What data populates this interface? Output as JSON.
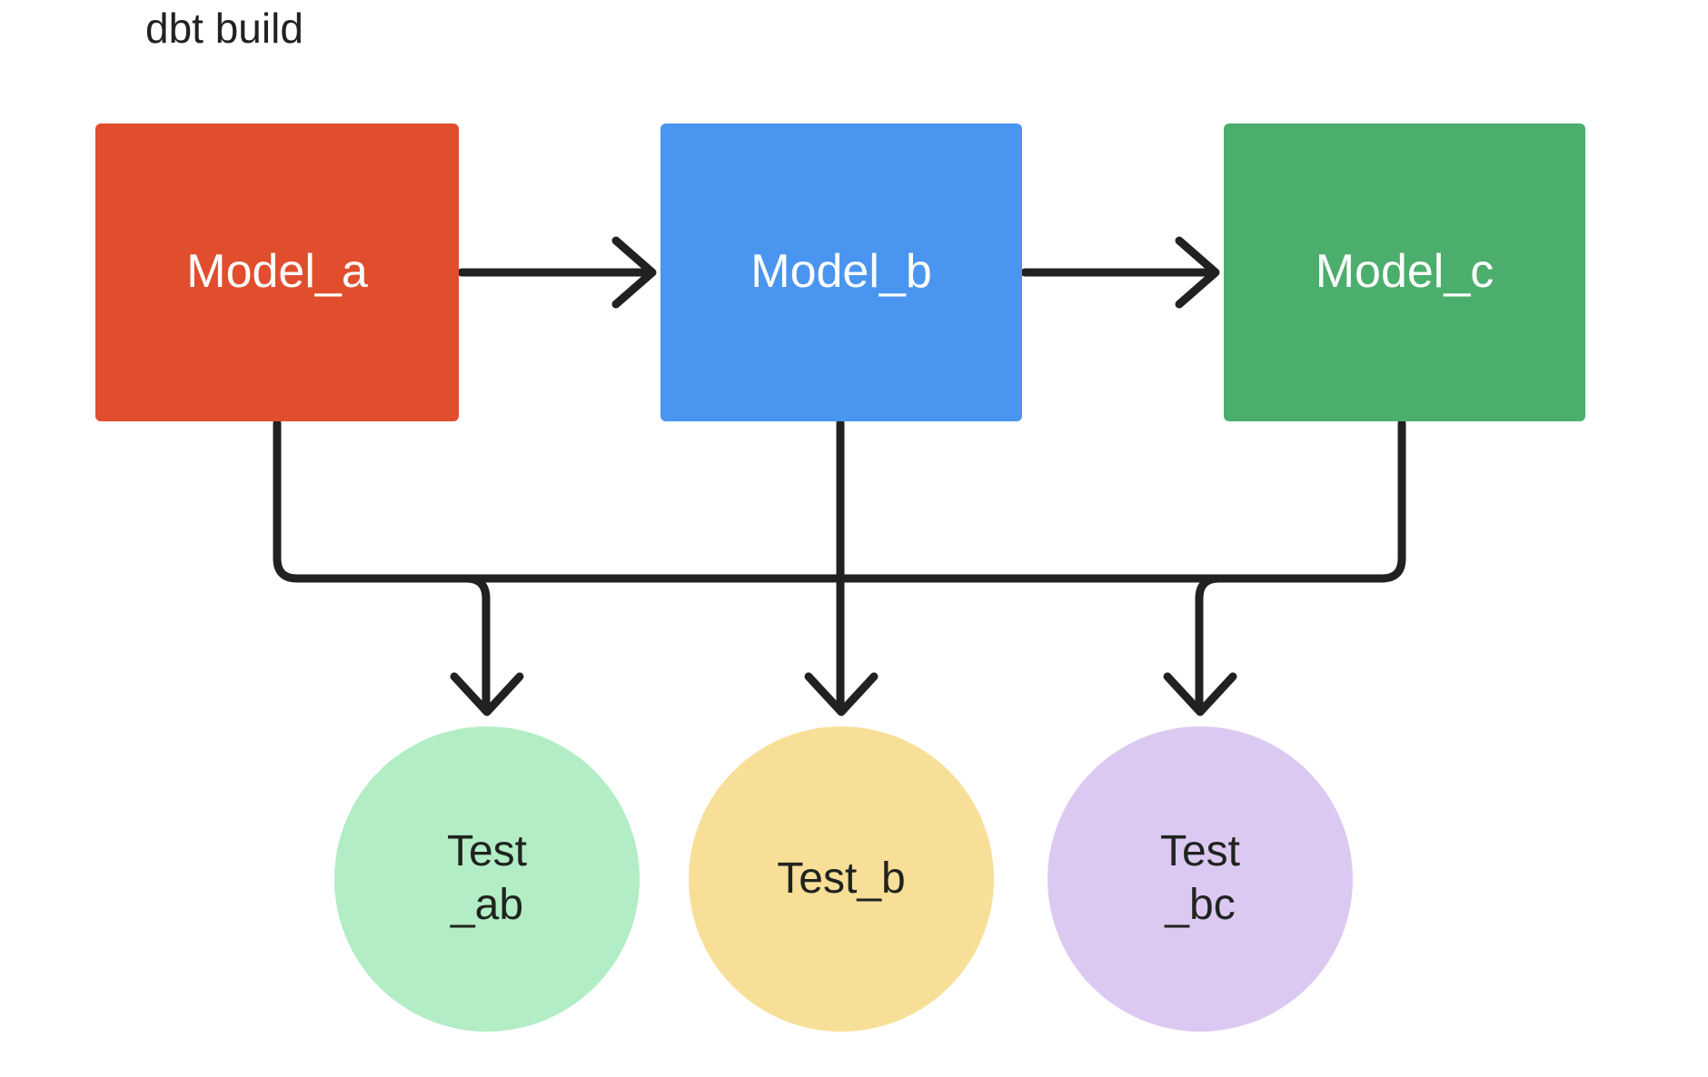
{
  "title": "dbt build",
  "canvas": {
    "background": "#ffffff",
    "edge_color": "#1f2123"
  },
  "nodes": {
    "models": [
      {
        "id": "model_a",
        "label": "Model_a",
        "shape": "rounded-rect",
        "fill": "#E04E2E",
        "text_color": "#ffffff"
      },
      {
        "id": "model_b",
        "label": "Model_b",
        "shape": "rounded-rect",
        "fill": "#4A95F0",
        "text_color": "#ffffff"
      },
      {
        "id": "model_c",
        "label": "Model_c",
        "shape": "rounded-rect",
        "fill": "#4CAE6C",
        "text_color": "#ffffff"
      }
    ],
    "tests": [
      {
        "id": "test_ab",
        "label": "Test\n_ab",
        "shape": "circle",
        "fill": "#B2EDC5",
        "text_color": "#20231F"
      },
      {
        "id": "test_b",
        "label": "Test_b",
        "shape": "circle",
        "fill": "#F8DF98",
        "text_color": "#20231F"
      },
      {
        "id": "test_bc",
        "label": "Test\n_bc",
        "shape": "circle",
        "fill": "#DCC9F2",
        "text_color": "#20231F"
      }
    ]
  },
  "edges": [
    {
      "from": "model_a",
      "to": "model_b",
      "style": "straight-arrow"
    },
    {
      "from": "model_b",
      "to": "model_c",
      "style": "straight-arrow"
    },
    {
      "from": "model_a",
      "to": "test_ab",
      "style": "orthogonal-arrow"
    },
    {
      "from": "model_b",
      "to": "test_b",
      "style": "orthogonal-arrow"
    },
    {
      "from": "model_c",
      "to": "test_bc",
      "style": "orthogonal-arrow"
    }
  ]
}
